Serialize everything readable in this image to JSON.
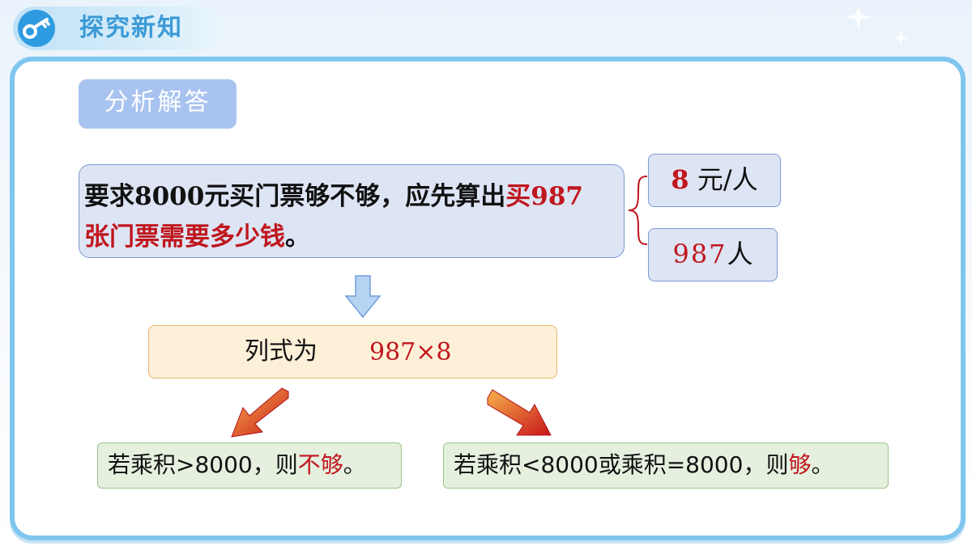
{
  "header": {
    "title": "探究新知",
    "icon": "key-icon"
  },
  "section_label": "分析解答",
  "analysis": {
    "part1": "要求",
    "part2": "8000",
    "part3": "元买门票够不够，应先算出",
    "part4": "买",
    "part5": "987",
    "line2_red": "张门票需要多少钱",
    "line2_end": "。"
  },
  "facts": [
    {
      "number": "8",
      "unit": " 元/人"
    },
    {
      "number": "987",
      "unit": "人"
    }
  ],
  "formula": {
    "label": "列式为",
    "expression": "987×8"
  },
  "conditions": {
    "left": {
      "prefix": "若乘积>8000，则",
      "highlight": "不够",
      "suffix": "。"
    },
    "right": {
      "prefix": "若乘积<8000或乘积=8000，则",
      "highlight": "够",
      "suffix": "。"
    }
  },
  "colors": {
    "accent_blue": "#2e9be0",
    "highlight_red": "#c0161d",
    "frame_blue": "#7fc6ef",
    "section_label_bg": "#a9c3f0",
    "analysis_bg": "#dde4f4",
    "formula_bg": "#fdf0d9",
    "condition_bg": "#e5f0df"
  }
}
